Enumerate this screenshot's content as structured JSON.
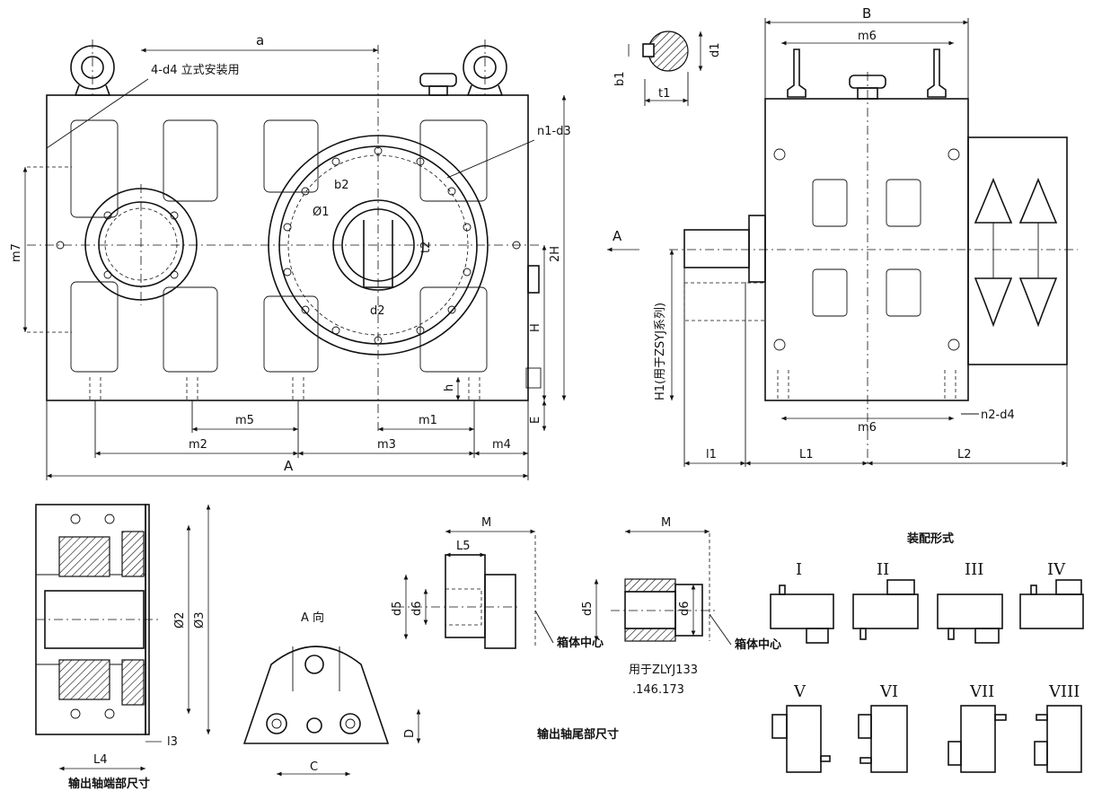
{
  "labels": {
    "a": "a",
    "d4_note": "4-d4 立式安装用",
    "n1_d3": "n1-d3",
    "b2": "b2",
    "phi1": "Ø1",
    "t2": "t2",
    "d2": "d2",
    "m7": "m7",
    "two_h": "2H",
    "h_big": "H",
    "h_small": "h",
    "e": "E",
    "m5": "m5",
    "m1": "m1",
    "m2": "m2",
    "m3": "m3",
    "m4": "m4",
    "A": "A",
    "arrow_a": "A",
    "b1": "b1",
    "d1": "d1",
    "t1": "t1",
    "B": "B",
    "m6_top": "m6",
    "m6_bottom": "m6",
    "n2_d4": "n2-d4",
    "h1_note": "H1(用于ZSYJ系列)",
    "l_1": "l1",
    "L1": "L1",
    "L2": "L2",
    "d2_side": "Ø2",
    "d3_side": "Ø3",
    "L4": "L4",
    "l3": "l3",
    "out_end_caption": "输出轴端部尺寸",
    "view_a": "A 向",
    "C": "C",
    "D": "D",
    "M1": "M",
    "L5": "L5",
    "d5_1": "d5",
    "d6_1": "d6",
    "box_center_1": "箱体中心",
    "M2": "M",
    "d5_2": "d5",
    "d6_2": "d6",
    "box_center_2": "箱体中心",
    "zlyj_note_1": "用于ZLYJ133",
    "zlyj_note_2": ".146.173",
    "out_tail_caption": "输出轴尾部尺寸",
    "assembly_title": "装配形式",
    "forms": [
      "I",
      "II",
      "III",
      "IV",
      "V",
      "VI",
      "VII",
      "VIII"
    ]
  }
}
